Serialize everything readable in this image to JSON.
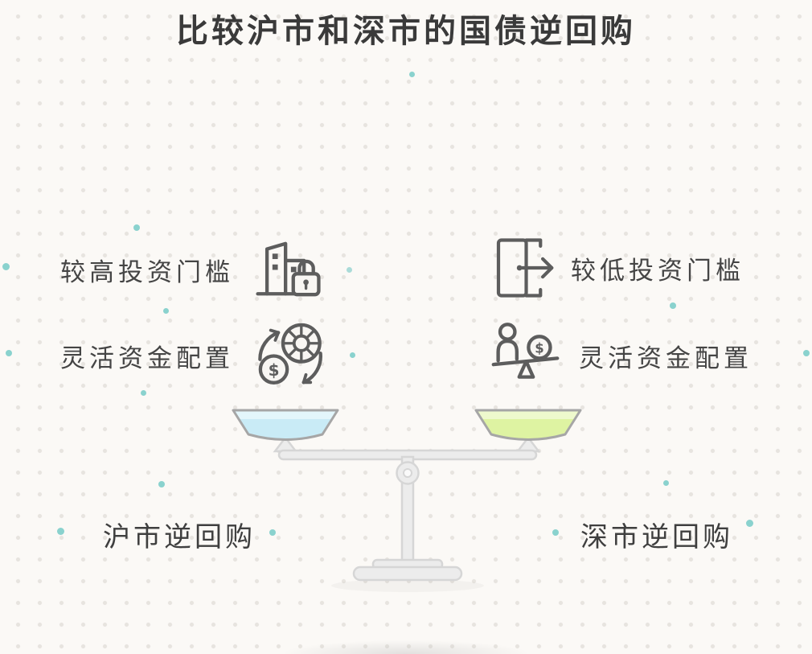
{
  "title": "比较沪市和深市的国债逆回购",
  "left_side": {
    "features": [
      {
        "label": "较高投资门槛",
        "icon": "building-lock-icon"
      },
      {
        "label": "灵活资金配置",
        "icon": "coin-exchange-icon",
        "coin_symbol": "$"
      }
    ],
    "market_label": "沪市逆回购",
    "pan_color": "#c9ebf6",
    "pan_rim_color": "#e3f6fb"
  },
  "right_side": {
    "features": [
      {
        "label": "较低投资门槛",
        "icon": "door-exit-icon"
      },
      {
        "label": "灵活资金配置",
        "icon": "person-coin-balance-icon",
        "coin_symbol": "$"
      }
    ],
    "market_label": "深市逆回购",
    "pan_color": "#def3a2",
    "pan_rim_color": "#eef9cd"
  },
  "colors": {
    "background": "#fbf9f6",
    "grid_dot": "#e7e4df",
    "accent_dot": "#8ad2ce",
    "icon_stroke": "#5d5d5d",
    "scale_fill": "#ececec",
    "scale_stroke": "#d6d6d6",
    "text": "#474747"
  }
}
